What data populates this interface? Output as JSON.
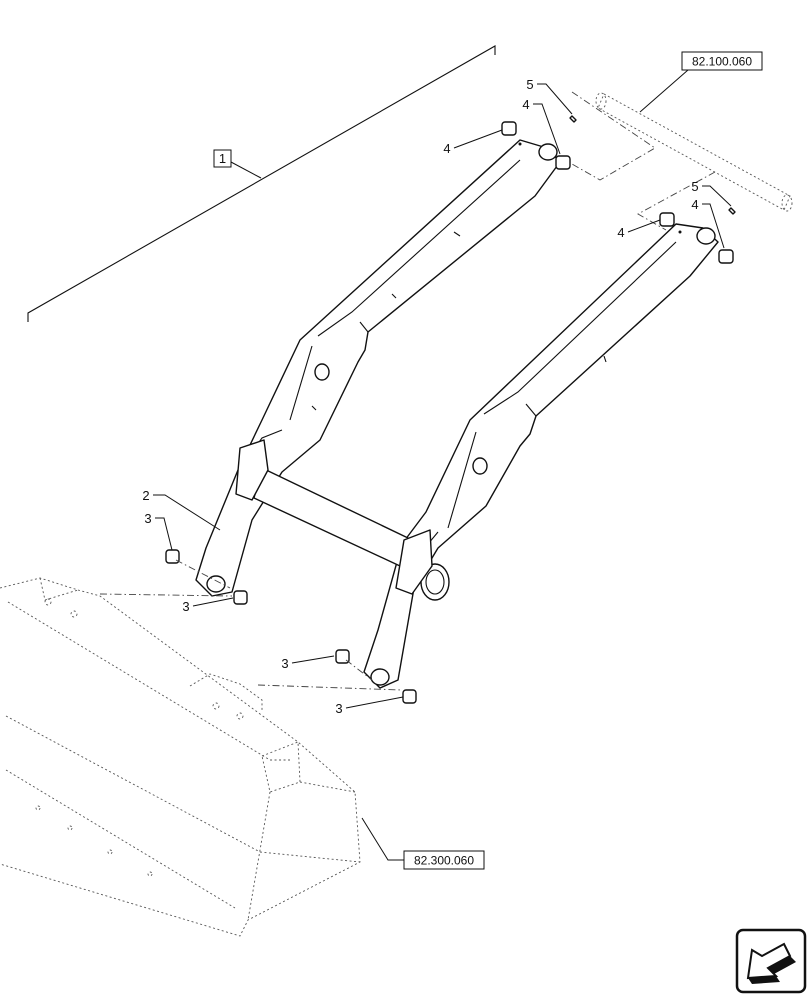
{
  "callouts": {
    "assembly": "1",
    "boom": "2",
    "bushing_lower": "3",
    "bushing_upper": "4",
    "grease_fitting": "5"
  },
  "references": {
    "pivot_pin_group": "82.100.060",
    "bucket_group": "82.300.060"
  },
  "nav": {
    "icon": "previous-page-arrow-icon"
  }
}
